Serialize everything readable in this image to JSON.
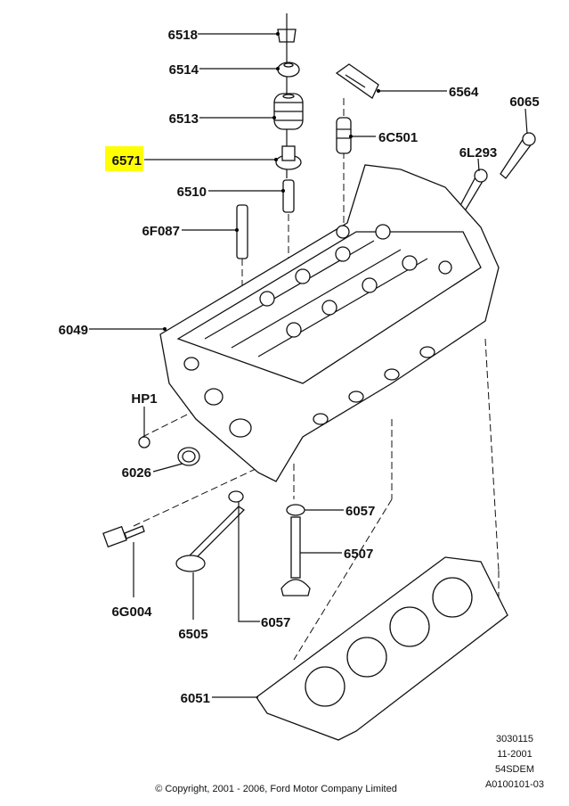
{
  "callouts": {
    "c6518": "6518",
    "c6514": "6514",
    "c6513": "6513",
    "c6571": "6571",
    "c6510": "6510",
    "c6F087": "6F087",
    "c6049": "6049",
    "cHP1": "HP1",
    "c6026": "6026",
    "c6G004": "6G004",
    "c6505": "6505",
    "c6057a": "6057",
    "c6057b": "6057",
    "c6507": "6507",
    "c6051": "6051",
    "c6564": "6564",
    "c6C501": "6C501",
    "c6065": "6065",
    "c6L293": "6L293"
  },
  "highlighted_callout": "6571",
  "highlight_color": "#ffff00",
  "meta": {
    "line1": "3030115",
    "line2": "11-2001",
    "line3": "54SDEM",
    "line4": "A0100101-03"
  },
  "copyright": "© Copyright, 2001 - 2006, Ford Motor Company Limited"
}
